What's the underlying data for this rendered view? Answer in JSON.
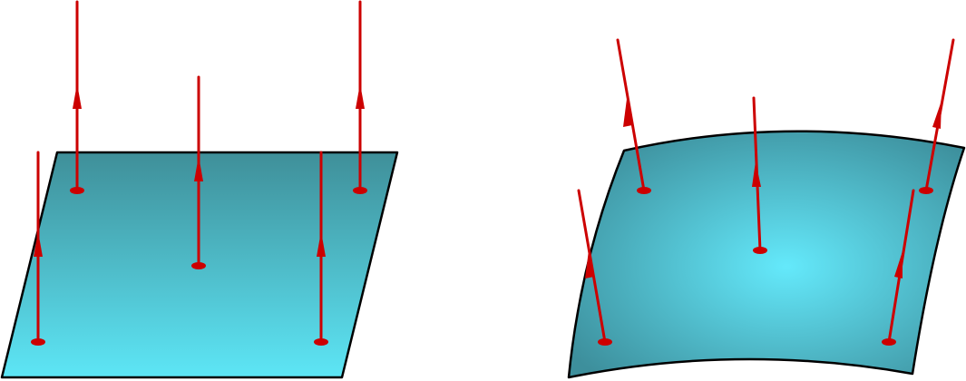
{
  "diagram": {
    "colors": {
      "background": "#ffffff",
      "outline": "#000000",
      "vector": "#cc0000",
      "flat_top": "#3f8f99",
      "flat_bottom": "#5de6f6",
      "curved_center": "#64e9fb",
      "curved_edge": "#3d8f9c"
    },
    "panels": [
      {
        "id": "flat",
        "surface": "flat-plane",
        "vector_count": 5
      },
      {
        "id": "curved",
        "surface": "curved-surface",
        "vector_count": 5
      }
    ]
  }
}
